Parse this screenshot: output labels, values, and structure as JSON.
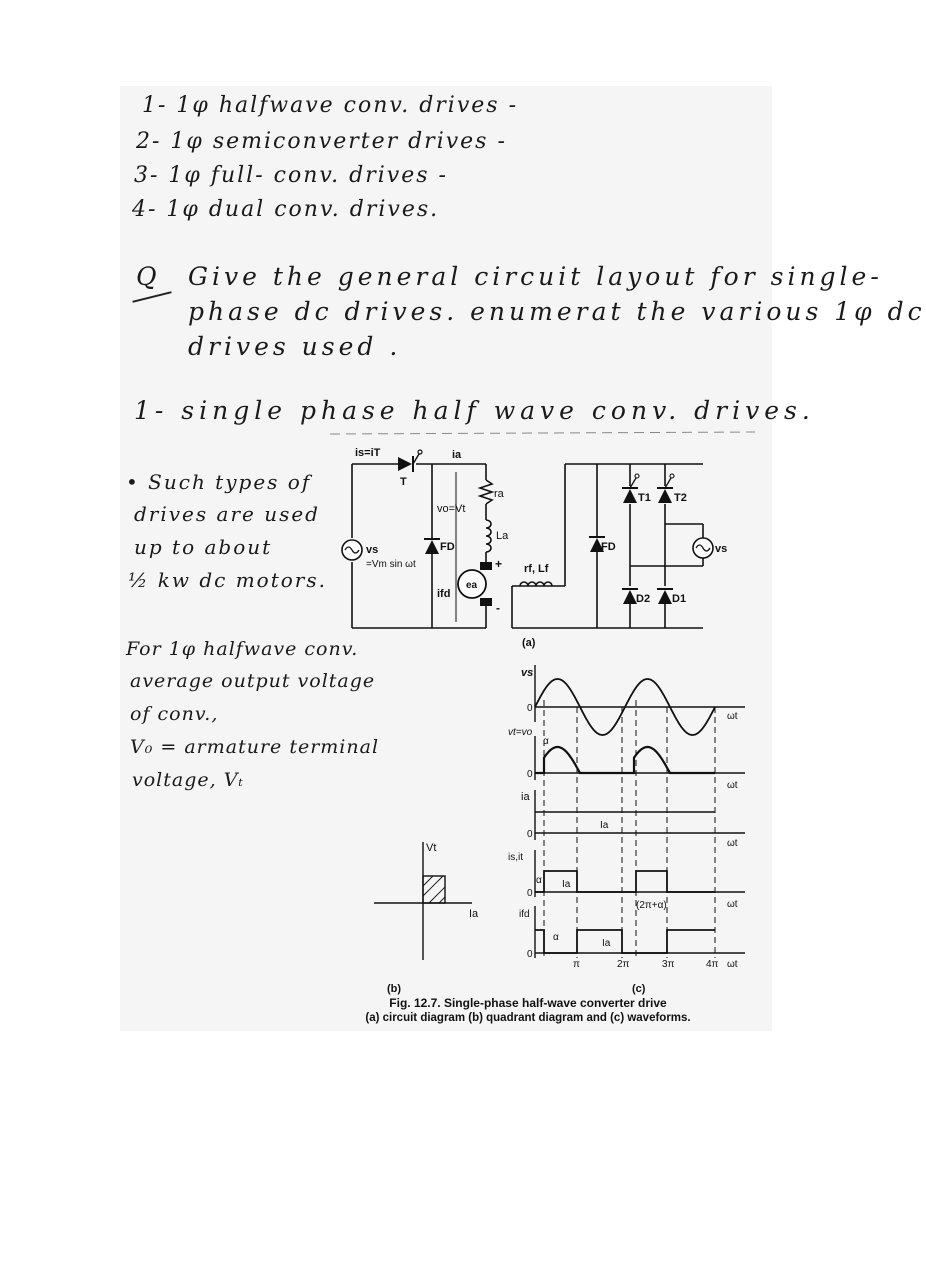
{
  "list": [
    "1- 1φ halfwave conv. drives -",
    "2- 1φ semiconverter drives -",
    "3- 1φ full- conv. drives -",
    "4- 1φ dual conv. drives."
  ],
  "question": {
    "mark": "Q",
    "lines": [
      "Give the general circuit layout for single-",
      "phase dc drives. enumerat the various 1φ dc",
      "drives used ."
    ]
  },
  "section_heading": "1- single phase half wave conv. drives.",
  "notes": {
    "such_types": [
      "• Such types of",
      "drives are used",
      "up to about",
      "½ kw dc motors."
    ],
    "average_output": [
      "For 1φ halfwave conv.",
      "average output voltage",
      "of conv.,",
      "V₀ = armature terminal",
      "voltage, Vₜ"
    ]
  },
  "figure": {
    "circuit_a": {
      "current_label": "is=iT",
      "thyristor": "T",
      "armature_current": "ia",
      "vo_label": "vo=Vt",
      "source": "vs",
      "source_eq": "=Vm sin ωt",
      "freewheel_diode": "FD",
      "freewheel_current": "ifd",
      "resistance": "ra",
      "inductance": "La",
      "emf": "ea",
      "plus": "+",
      "minus": "-",
      "field": "rf, Lf",
      "t1": "T1",
      "t2": "T2",
      "d1": "D1",
      "d2": "D2",
      "field_source": "vs",
      "sub": "(a)"
    },
    "waveforms": {
      "vs": "vs",
      "vt": "vt=vo",
      "ia": "ia",
      "isit": "is,it",
      "ifd": "ifd",
      "wt": "ωt",
      "alpha": "α",
      "Ia": "Ia",
      "zero": "0",
      "two_pi_alpha": "(2π+α)",
      "ticks": [
        "π",
        "2π",
        "3π",
        "4π"
      ],
      "sub": "(c)"
    },
    "quadrant": {
      "vt": "Vt",
      "ia": "Ia",
      "sub": "(b)"
    },
    "caption_title": "Fig. 12.7. Single-phase half-wave converter drive",
    "caption_body": "(a) circuit diagram (b) quadrant diagram and (c) waveforms."
  }
}
